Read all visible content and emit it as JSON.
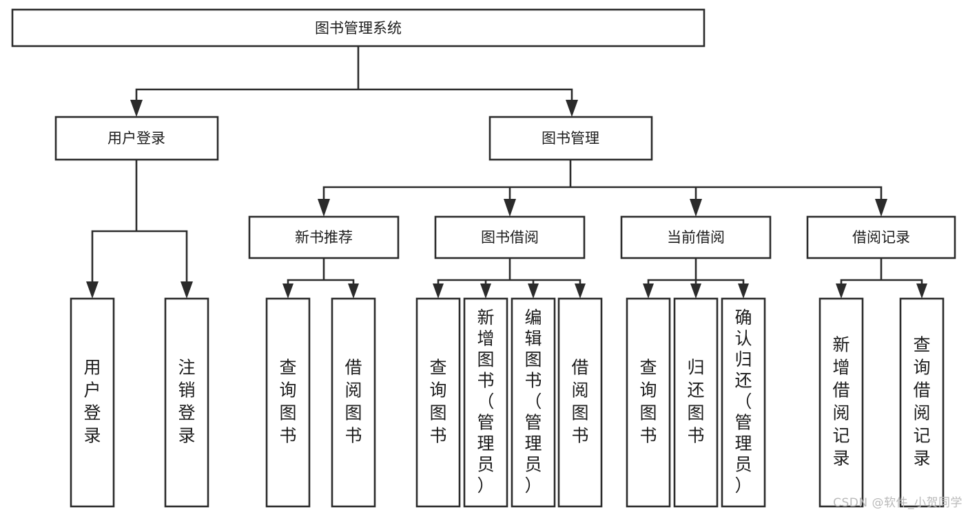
{
  "diagram": {
    "title": "图书管理系统",
    "type": "tree-hierarchy",
    "root": {
      "label": "图书管理系统"
    },
    "level2": [
      {
        "id": "user-login",
        "label": "用户登录"
      },
      {
        "id": "book-manage",
        "label": "图书管理"
      }
    ],
    "level3": [
      {
        "id": "new-book-rec",
        "label": "新书推荐",
        "parent": "book-manage"
      },
      {
        "id": "book-borrow",
        "label": "图书借阅",
        "parent": "book-manage"
      },
      {
        "id": "current-borrow",
        "label": "当前借阅",
        "parent": "book-manage"
      },
      {
        "id": "borrow-record",
        "label": "借阅记录",
        "parent": "book-manage"
      }
    ],
    "leaves": [
      {
        "id": "leaf-1",
        "label": "用户登录",
        "parent": "user-login"
      },
      {
        "id": "leaf-2",
        "label": "注销登录",
        "parent": "user-login"
      },
      {
        "id": "leaf-3",
        "label": "查询图书",
        "parent": "new-book-rec"
      },
      {
        "id": "leaf-4",
        "label": "借阅图书",
        "parent": "new-book-rec"
      },
      {
        "id": "leaf-5",
        "label": "查询图书",
        "parent": "book-borrow"
      },
      {
        "id": "leaf-6",
        "label": "新增图书（管理员）",
        "parent": "book-borrow"
      },
      {
        "id": "leaf-7",
        "label": "编辑图书（管理员）",
        "parent": "book-borrow"
      },
      {
        "id": "leaf-8",
        "label": "借阅图书",
        "parent": "book-borrow"
      },
      {
        "id": "leaf-9",
        "label": "查询图书",
        "parent": "current-borrow"
      },
      {
        "id": "leaf-10",
        "label": "归还图书",
        "parent": "current-borrow"
      },
      {
        "id": "leaf-11",
        "label": "确认归还（管理员）",
        "parent": "current-borrow"
      },
      {
        "id": "leaf-12",
        "label": "新增借阅记录",
        "parent": "borrow-record"
      },
      {
        "id": "leaf-13",
        "label": "查询借阅记录",
        "parent": "borrow-record"
      }
    ]
  },
  "watermark": {
    "text": "CSDN @软件_小贺同学"
  },
  "colors": {
    "stroke": "#2b2b2b",
    "fill": "#ffffff",
    "text": "#1b1b1b",
    "watermark": "#b9b9b9"
  }
}
